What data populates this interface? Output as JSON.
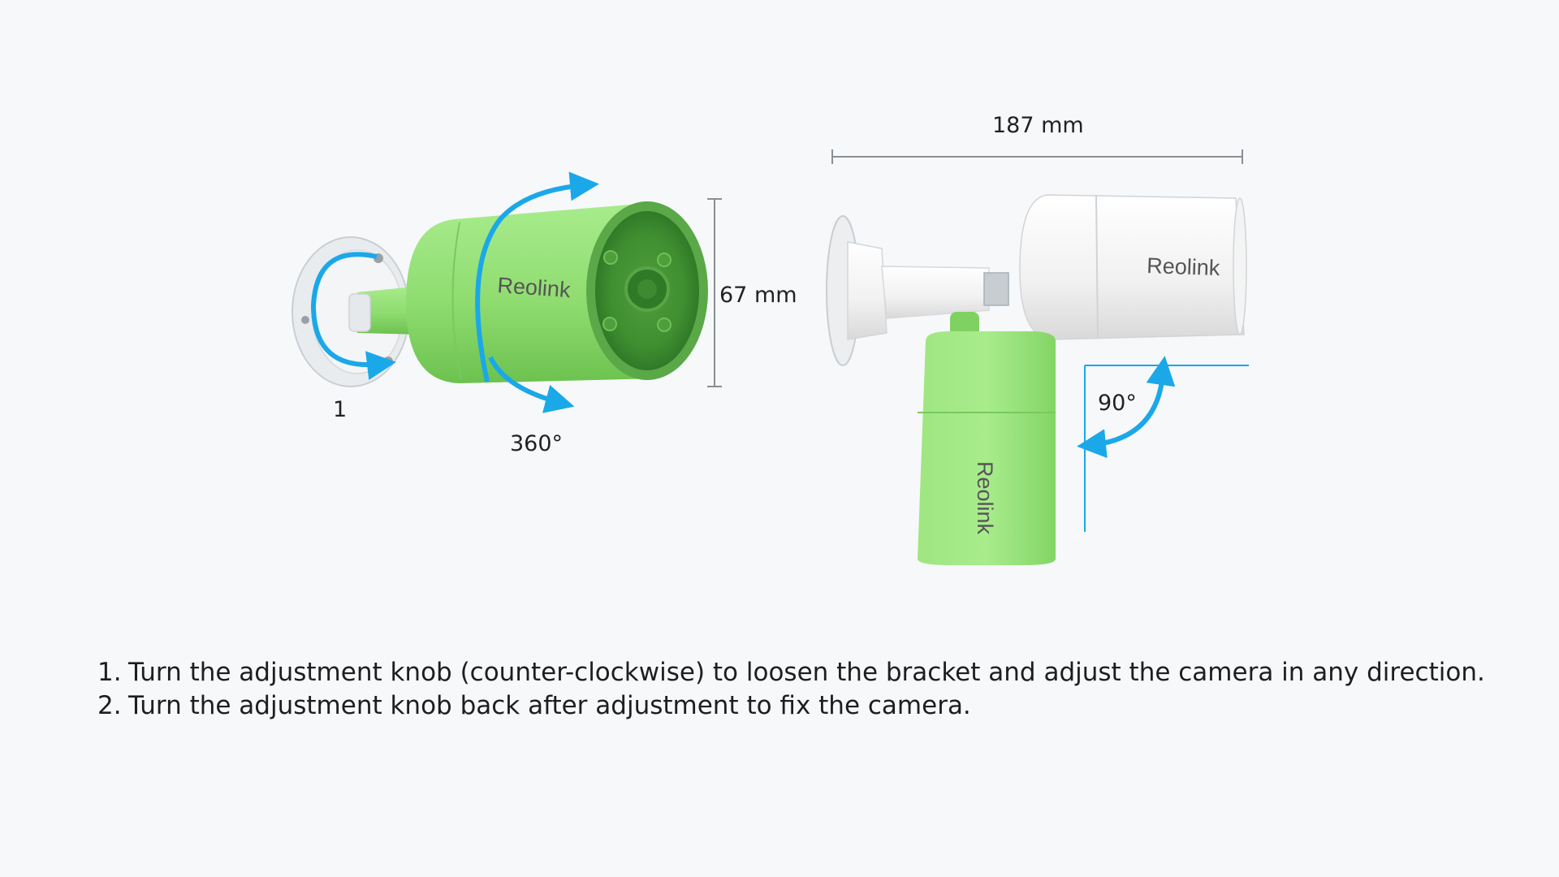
{
  "diagram": {
    "brand": "Reolink",
    "labels": {
      "knob_number": "1",
      "rotation_angle": "360°",
      "height_dim": "67 mm",
      "length_dim": "187 mm",
      "tilt_angle": "90°"
    }
  },
  "instructions": [
    {
      "num": "1.",
      "text": "Turn the adjustment knob (counter-clockwise) to loosen the bracket and adjust the camera in any direction."
    },
    {
      "num": "2.",
      "text": "Turn the adjustment knob back after adjustment to fix the camera."
    }
  ],
  "colors": {
    "background": "#f6f8fa",
    "highlight_green": "#9be37e",
    "dark_green": "#2e7d32",
    "arrow_blue": "#1aa8e8",
    "camera_white": "#eeeeee"
  }
}
